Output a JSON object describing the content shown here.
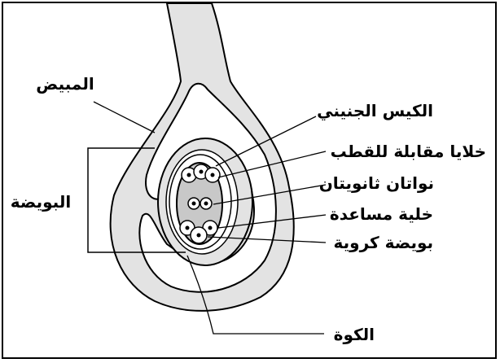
{
  "diagram": {
    "labels": {
      "ovary": "المبيض",
      "ovule": "البويضة",
      "embryo_sac": "الكيس الجنيني",
      "antipodal_cells": "خلايا مقابلة للقطب",
      "polar_nuclei": "نواتان ثانويتان",
      "synergid": "خلية مساعدة",
      "egg_cell": "بويضة كروية",
      "micropyle": "الكوة"
    },
    "colors": {
      "tissue": "#e3e3e3",
      "embryo_sac_fill": "#c8c8c8",
      "outline": "#000000"
    }
  }
}
